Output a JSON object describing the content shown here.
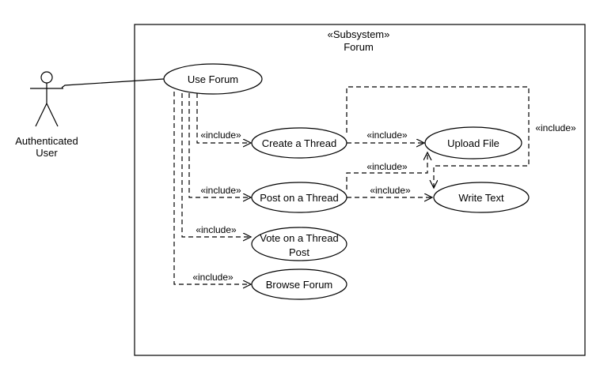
{
  "subsystem": {
    "stereotype": "«Subsystem»",
    "name": "Forum"
  },
  "actor": {
    "line1": "Authenticated",
    "line2": "User"
  },
  "use_cases": {
    "use_forum": "Use Forum",
    "create_thread": "Create a Thread",
    "post_thread": "Post on a Thread",
    "vote_line1": "Vote on a Thread",
    "vote_line2": "Post",
    "browse_forum": "Browse Forum",
    "upload_file": "Upload File",
    "write_text": "Write Text"
  },
  "relations": {
    "include": "«include»"
  }
}
